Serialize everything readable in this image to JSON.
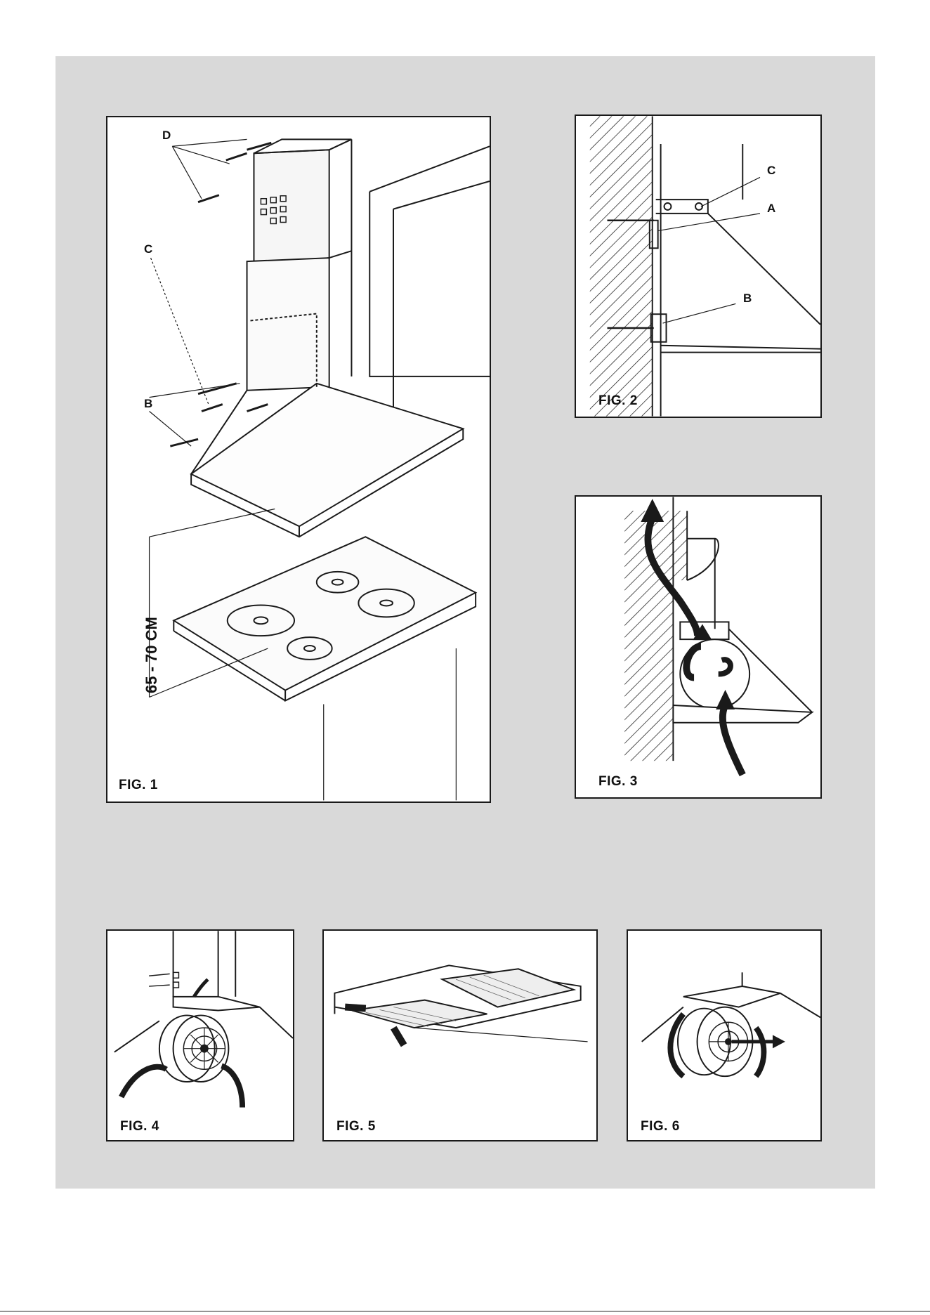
{
  "figures": {
    "fig1": {
      "caption": "FIG. 1",
      "labels": {
        "d": "D",
        "c": "C",
        "b": "B"
      },
      "dimension": "65 - 70 CM"
    },
    "fig2": {
      "caption": "FIG. 2",
      "labels": {
        "c": "C",
        "a": "A",
        "b": "B"
      }
    },
    "fig3": {
      "caption": "FIG. 3"
    },
    "fig4": {
      "caption": "FIG. 4"
    },
    "fig5": {
      "caption": "FIG. 5"
    },
    "fig6": {
      "caption": "FIG. 6"
    }
  },
  "colors": {
    "sheet": "#d9d9d9",
    "panel": "#ffffff",
    "ink": "#1a1a1a"
  }
}
